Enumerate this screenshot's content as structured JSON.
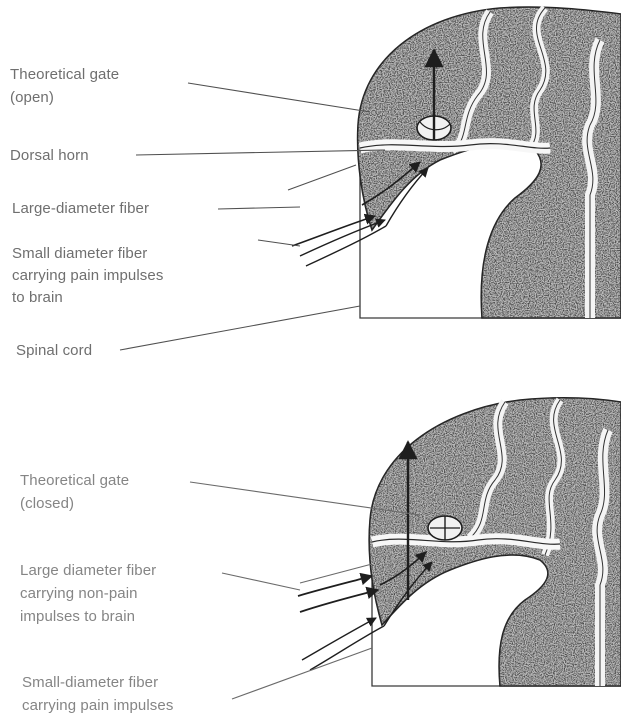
{
  "top_panel": {
    "labels": {
      "gate_line1": "Theoretical gate",
      "gate_line2": "(open)",
      "dorsal_horn": "Dorsal horn",
      "large_fiber": "Large-diameter fiber",
      "small_fiber_line1": "Small diameter fiber",
      "small_fiber_line2": "carrying pain impulses",
      "small_fiber_line3": "to brain",
      "spinal_cord": "Spinal cord"
    }
  },
  "bottom_panel": {
    "labels": {
      "gate_line1": "Theoretical gate",
      "gate_line2": "(closed)",
      "large_fiber_line1": "Large diameter fiber",
      "large_fiber_line2": "carrying non-pain",
      "large_fiber_line3": "impulses to brain",
      "small_fiber_line1": "Small-diameter fiber",
      "small_fiber_line2": "carrying pain impulses"
    }
  }
}
